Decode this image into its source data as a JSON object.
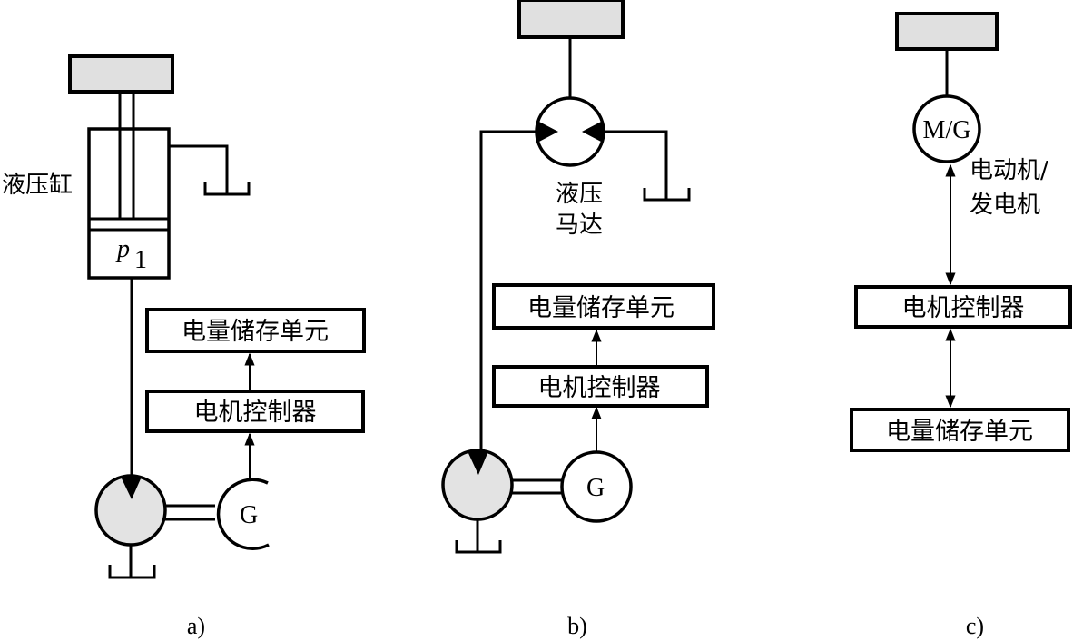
{
  "figure": {
    "panels": [
      {
        "id": "a",
        "caption": "a)",
        "actuator_label": "液压缸",
        "pressure_label_base": "p",
        "pressure_label_sub": "1",
        "generator_label": "G",
        "storage_label": "电量储存单元",
        "controller_label": "电机控制器"
      },
      {
        "id": "b",
        "caption": "b)",
        "actuator_label_line1": "液压",
        "actuator_label_line2": "马达",
        "generator_label": "G",
        "storage_label": "电量储存单元",
        "controller_label": "电机控制器"
      },
      {
        "id": "c",
        "caption": "c)",
        "machine_symbol": "M/G",
        "machine_label_line1": "电动机/",
        "machine_label_line2": "发电机",
        "controller_label": "电机控制器",
        "storage_label": "电量储存单元"
      }
    ],
    "colors": {
      "line": "#000000",
      "load_fill": "#e0e0e0",
      "pump_fill": "#e3e3e3",
      "background": "#ffffff"
    }
  }
}
